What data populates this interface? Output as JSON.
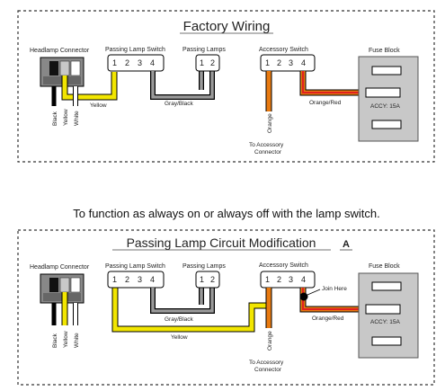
{
  "panel1": {
    "title": "Factory Wiring",
    "headlamp_connector": "Headlamp Connector",
    "passing_lamp_switch": "Passing Lamp Switch",
    "passing_lamps": "Passing Lamps",
    "accessory_switch": "Accessory Switch",
    "fuse_block": "Fuse Block",
    "switch_pins": [
      "1",
      "2",
      "3",
      "4"
    ],
    "lamp_pins": [
      "1",
      "2"
    ],
    "wire_black": "Black",
    "wire_yellow": "Yellow",
    "wire_white": "White",
    "wire_yellow_run": "Yellow",
    "wire_gray_black": "Gray/Black",
    "wire_orange": "Orange",
    "wire_orange_red": "Orange/Red",
    "fuse_label": "ACCY: 15A",
    "to_accessory_line1": "To Accessory",
    "to_accessory_line2": "Connector"
  },
  "caption": "To function as always on or always off with the lamp switch.",
  "panel2": {
    "title": "Passing Lamp Circuit Modification",
    "marker": "A",
    "headlamp_connector": "Headlamp Connector",
    "passing_lamp_switch": "Passing Lamp Switch",
    "passing_lamps": "Passing Lamps",
    "accessory_switch": "Accessory Switch",
    "fuse_block": "Fuse Block",
    "switch_pins": [
      "1",
      "2",
      "3",
      "4"
    ],
    "lamp_pins": [
      "1",
      "2"
    ],
    "wire_black": "Black",
    "wire_yellow": "Yellow",
    "wire_white": "White",
    "wire_yellow_run": "Yellow",
    "wire_gray_black": "Gray/Black",
    "wire_orange": "Orange",
    "wire_orange_red": "Orange/Red",
    "join_here": "Join Here",
    "fuse_label": "ACCY: 15A",
    "to_accessory_line1": "To Accessory",
    "to_accessory_line2": "Connector"
  },
  "colors": {
    "yellow": "#f2e600",
    "orange": "#e87a10",
    "red": "#e02020",
    "gray": "#9a9a9a",
    "black": "#000000",
    "fuse_block": "#c8c8c8"
  }
}
